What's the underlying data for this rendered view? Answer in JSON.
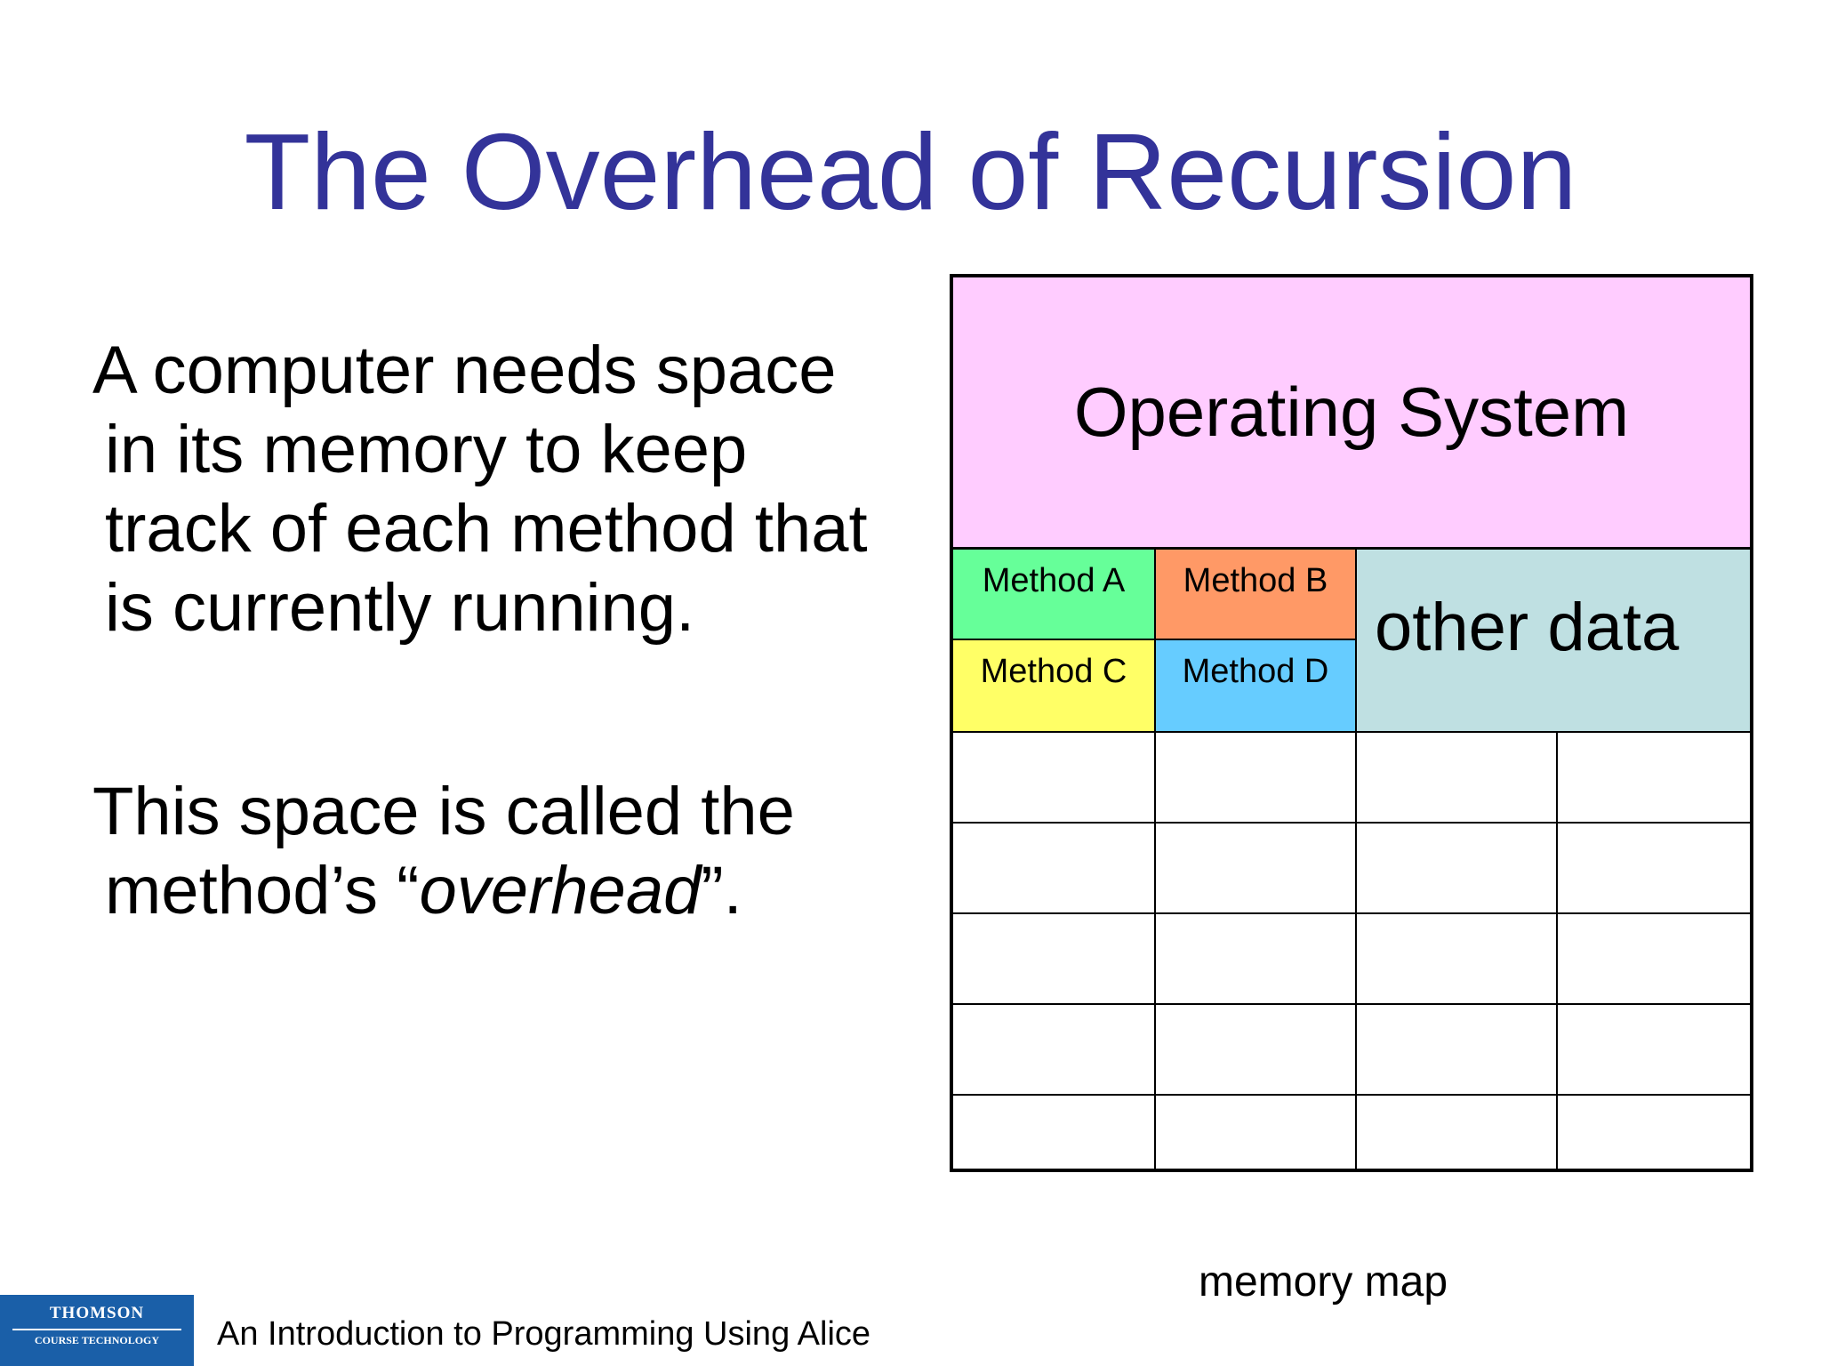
{
  "slide": {
    "title": "The Overhead of Recursion",
    "paragraph1": "A computer needs space in its memory to keep track of each method that is currently running.",
    "paragraph2_prefix": "This space is called the method’s “",
    "paragraph2_emphasis": "overhead",
    "paragraph2_suffix": "”."
  },
  "memory_map": {
    "operating_system": "Operating System",
    "method_a": "Method A",
    "method_b": "Method B",
    "method_c": "Method C",
    "method_d": "Method D",
    "other_data": "other data",
    "caption": "memory map"
  },
  "footer": {
    "logo_line1": "THOMSON",
    "logo_line2": "COURSE TECHNOLOGY",
    "text": "An Introduction to Programming Using Alice"
  },
  "colors": {
    "title": "#333399",
    "operating_system": "#ffccff",
    "method_a": "#66ff99",
    "method_b": "#ff9966",
    "method_c": "#ffff66",
    "method_d": "#66ccff",
    "other_data": "#bfe0e2",
    "logo": "#1a5fa8"
  }
}
